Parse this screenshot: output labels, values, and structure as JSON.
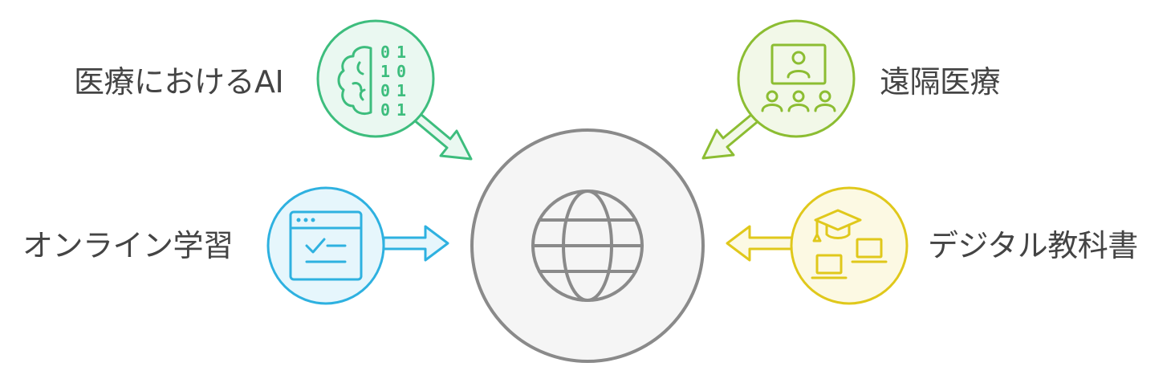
{
  "nodes": {
    "ai": {
      "label": "医療におけるAI",
      "icon": "brain-binary-icon",
      "color": "#3dbd7d",
      "fill": "#eaf8f1"
    },
    "tele": {
      "label": "遠隔医療",
      "icon": "video-conference-icon",
      "color": "#8cbd32",
      "fill": "#f2f8e8"
    },
    "online": {
      "label": "オンライン学習",
      "icon": "browser-checklist-icon",
      "color": "#2eb1e0",
      "fill": "#e6f6fc"
    },
    "digital": {
      "label": "デジタル教科書",
      "icon": "graduation-laptops-icon",
      "color": "#e0c81b",
      "fill": "#fcf9e3"
    }
  },
  "center": {
    "icon": "globe-icon",
    "color": "#8a8a8a",
    "fill": "#f5f5f5"
  }
}
